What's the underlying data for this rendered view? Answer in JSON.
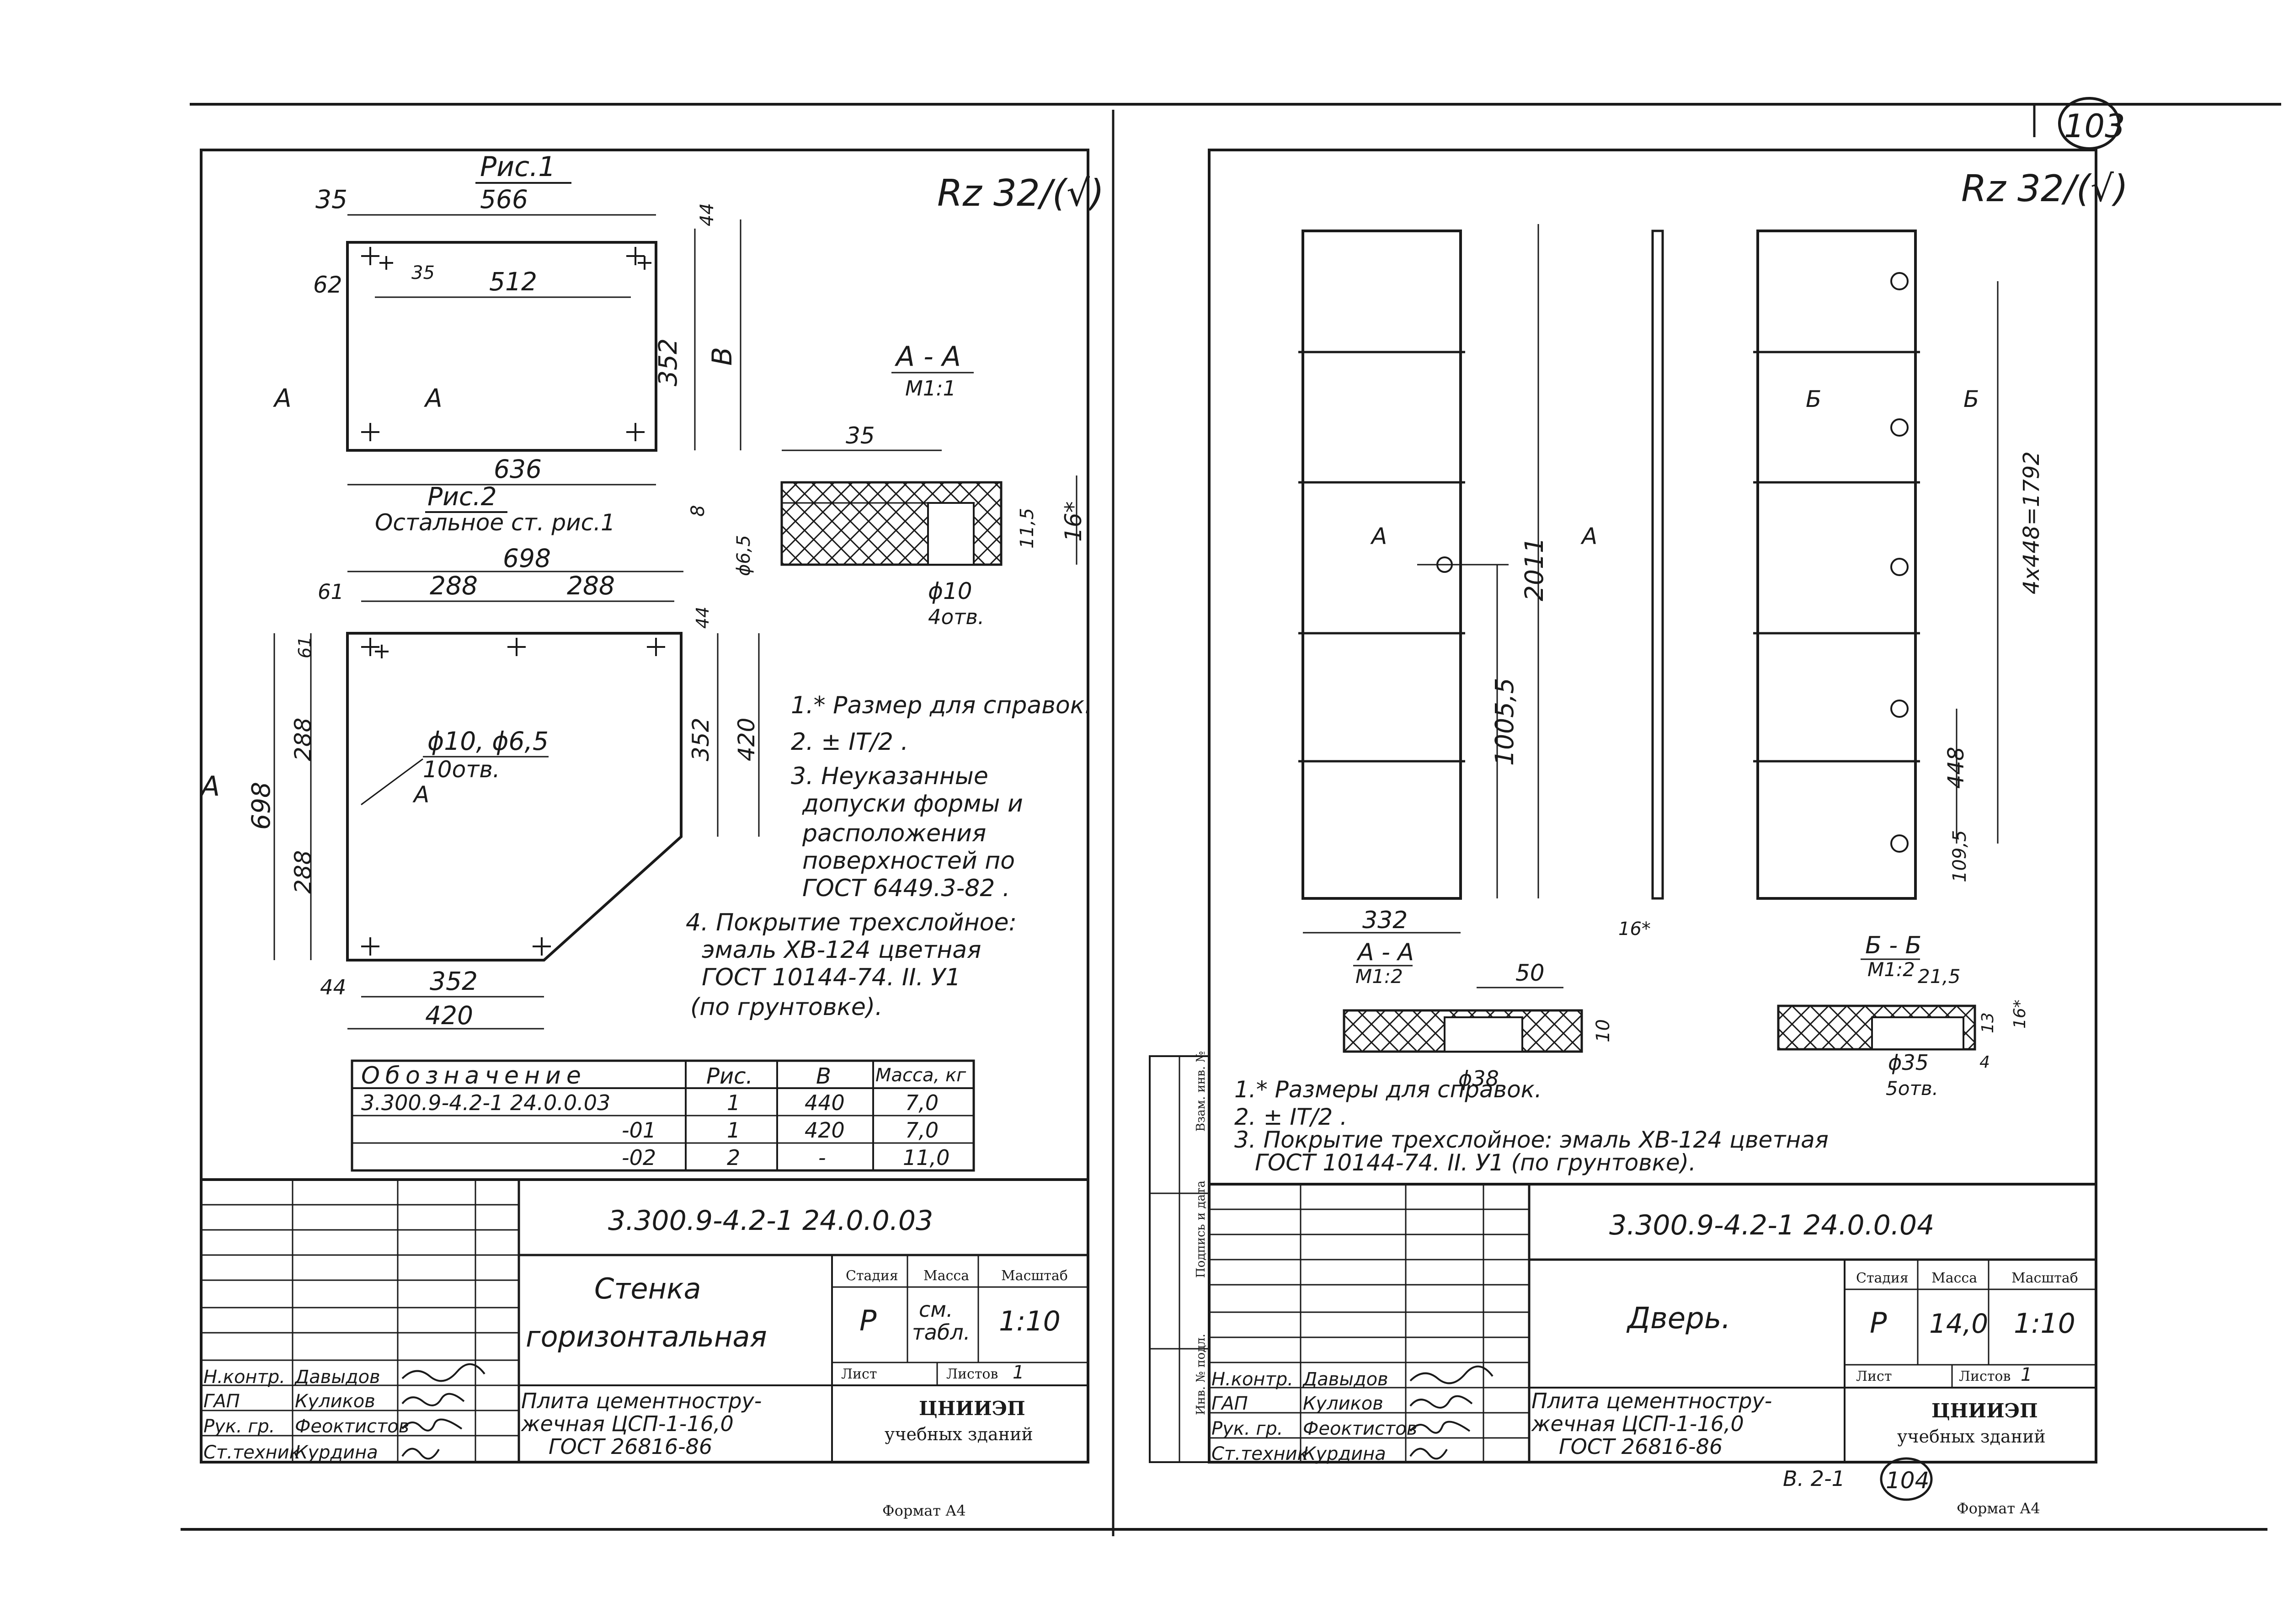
{
  "page_number_top": "103",
  "left_sheet": {
    "roughness": "Rz 32/(√)",
    "fig1": {
      "title": "Рис.1",
      "dims": [
        "35",
        "566",
        "62",
        "512",
        "35",
        "44",
        "352",
        "B",
        "636"
      ],
      "section_mark": "A"
    },
    "fig2": {
      "title": "Рис.2",
      "subtitle": "Остальное ст. рис.1",
      "dims": [
        "698",
        "61",
        "288",
        "288",
        "44",
        "61",
        "288",
        "288",
        "698",
        "352",
        "420",
        "44",
        "352",
        "420"
      ],
      "hole_label": "ϕ10, ϕ6,5",
      "hole_count": "10отв.",
      "section_mark": "A"
    },
    "section_aa": {
      "title": "A - A",
      "scale": "M1:1",
      "dims": [
        "35",
        "8",
        "ϕ6,5",
        "11,5",
        "16*",
        "ϕ10",
        "4отв."
      ]
    },
    "notes": [
      "1.* Размер для справок.",
      "2. ± IT/2 .",
      "3. Неуказанные",
      "допуски формы и",
      "расположения",
      "поверхностей по",
      "ГОСТ 6449.3-82 .",
      "4. Покрытие трехслойное:",
      "эмаль ХВ-124 цветная",
      "ГОСТ 10144-74. II. У1",
      "(по грунтовке)."
    ],
    "spec_table": {
      "headers": [
        "Обозначение",
        "Рис.",
        "B",
        "Масса, кг"
      ],
      "rows": [
        [
          "3.300.9-4.2-1 24.0.0.03",
          "1",
          "440",
          "7,0"
        ],
        [
          "-01",
          "1",
          "420",
          "7,0"
        ],
        [
          "-02",
          "2",
          "-",
          "11,0"
        ]
      ]
    },
    "title_block": {
      "code": "3.300.9-4.2-1 24.0.0.03",
      "name_line1": "Стенка",
      "name_line2": "горизонтальная",
      "stage_header": "Стадия",
      "mass_header": "Масса",
      "scale_header": "Масштаб",
      "stage": "Р",
      "mass_line1": "см.",
      "mass_line2": "табл.",
      "scale": "1:10",
      "sheet_label": "Лист",
      "sheets_label": "Листов",
      "sheets": "1",
      "material_line1": "Плита цементностру-",
      "material_line2": "жечная ЦСП-1-16,0",
      "material_line3": "ГОСТ 26816-86",
      "org_line1": "ЦНИИЭП",
      "org_line2": "учебных зданий",
      "roles": [
        [
          "Н.контр.",
          "Давыдов"
        ],
        [
          "ГАП",
          "Куликов"
        ],
        [
          "Рук. гр.",
          "Феоктистов"
        ],
        [
          "Ст.техник",
          "Курдина"
        ]
      ]
    },
    "format": "Формат А4"
  },
  "right_sheet": {
    "roughness": "Rz 32/(√)",
    "door": {
      "dims": [
        "2011",
        "1005,5",
        "332",
        "16*",
        "4x448=1792",
        "448",
        "109,5"
      ],
      "section_marks": [
        "A",
        "A",
        "Б",
        "Б"
      ]
    },
    "section_aa": {
      "title": "A - A",
      "scale": "M1:2",
      "dims": [
        "50",
        "ϕ38",
        "10"
      ]
    },
    "section_bb": {
      "title": "Б - Б",
      "scale": "M1:2",
      "dims": [
        "21,5",
        "ϕ35",
        "5отв.",
        "13",
        "4",
        "16*"
      ]
    },
    "notes": [
      "1.* Размеры для справок.",
      "2. ± IT/2 .",
      "3. Покрытие трехслойное: эмаль ХВ-124 цветная",
      "ГОСТ 10144-74. II. У1 (по грунтовке)."
    ],
    "side_stamp": [
      "Взам. инв. №",
      "Подпись и дата",
      "Инв. № подл."
    ],
    "title_block": {
      "code": "3.300.9-4.2-1 24.0.0.04",
      "name": "Дверь.",
      "stage_header": "Стадия",
      "mass_header": "Масса",
      "scale_header": "Масштаб",
      "stage": "Р",
      "mass": "14,0",
      "scale": "1:10",
      "sheet_label": "Лист",
      "sheets_label": "Листов",
      "sheets": "1",
      "material_line1": "Плита цементностру-",
      "material_line2": "жечная ЦСП-1-16,0",
      "material_line3": "ГОСТ 26816-86",
      "org_line1": "ЦНИИЭП",
      "org_line2": "учебных зданий",
      "roles": [
        [
          "Н.контр.",
          "Давыдов"
        ],
        [
          "ГАП",
          "Куликов"
        ],
        [
          "Рук. гр.",
          "Феоктистов"
        ],
        [
          "Ст.техник",
          "Курдина"
        ]
      ]
    },
    "album_ref": "В. 2-1",
    "page_number_bottom": "104",
    "format": "Формат А4"
  }
}
